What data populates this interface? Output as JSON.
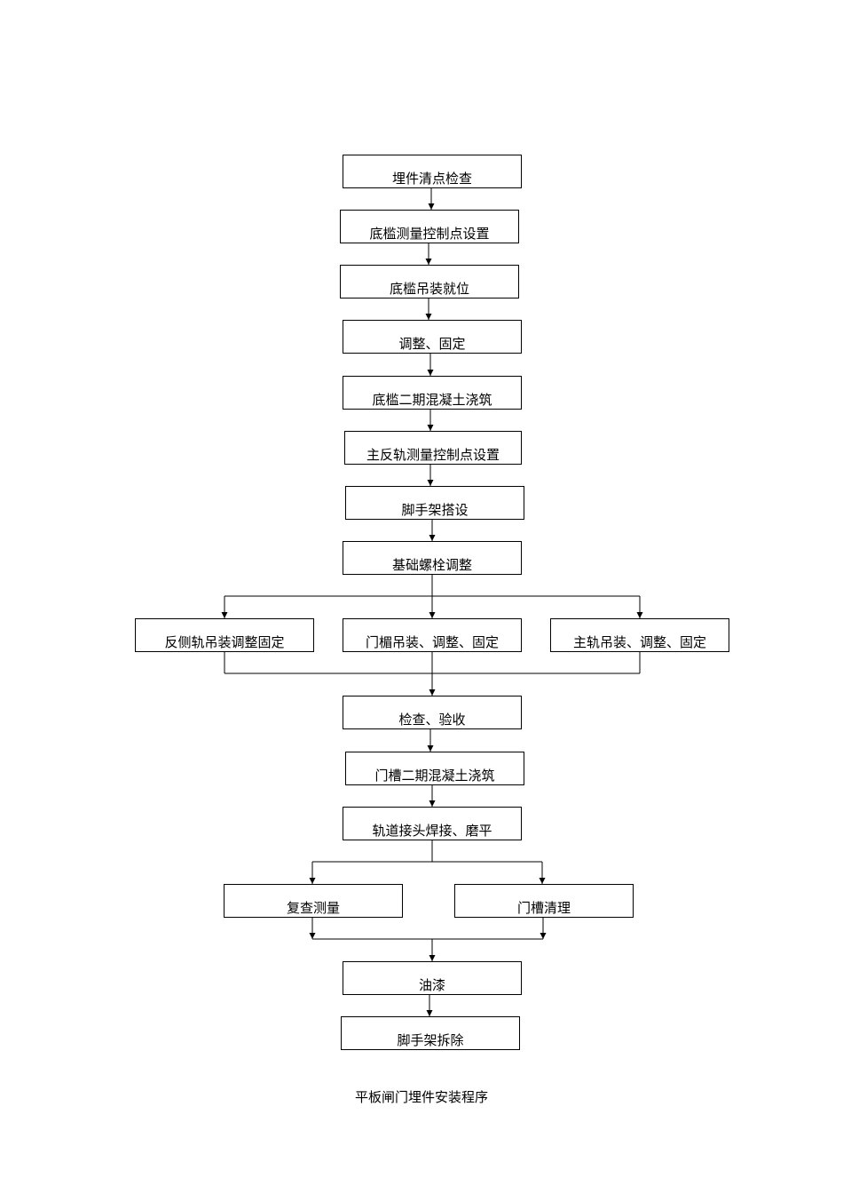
{
  "steps": [
    "埋件清点检查",
    "底槛测量控制点设置",
    "底槛吊装就位",
    "调整、固定",
    "底槛二期混凝土浇筑",
    "主反轨测量控制点设置",
    "脚手架搭设",
    "基础螺栓调整",
    "反侧轨吊装调整固定",
    "门楣吊装、调整、固定",
    "主轨吊装、调整、固定",
    "检查、验收",
    "门槽二期混凝土浇筑",
    "轨道接头焊接、磨平",
    "复查测量",
    "门槽清理",
    "油漆",
    "脚手架拆除"
  ],
  "caption": "平板闸门埋件安装程序",
  "colors": {
    "line": "#000000",
    "box_border": "#000000",
    "background": "#ffffff"
  }
}
